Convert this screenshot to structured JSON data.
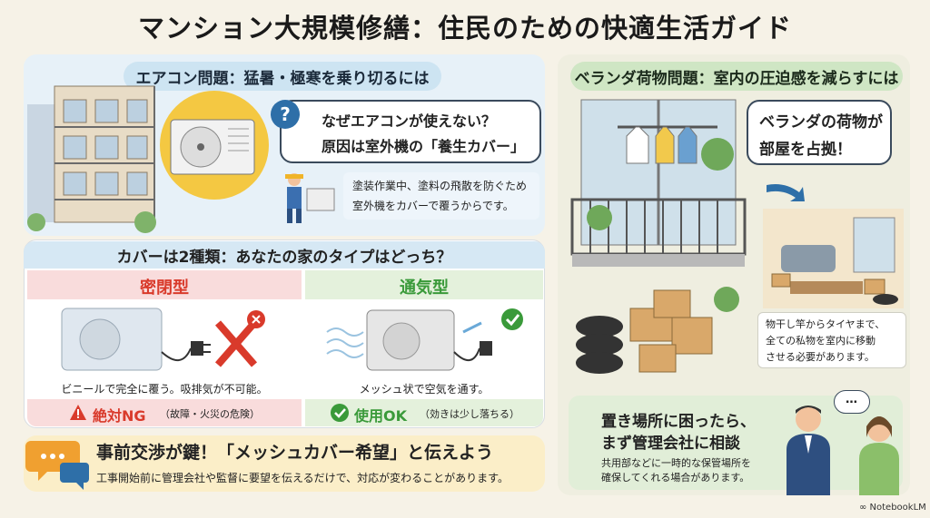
{
  "title": "マンション大規模修繕：住民のための快適生活ガイド",
  "aircon": {
    "header": "エアコン問題：猛暑・極寒を乗り切るには",
    "question_line1": "なぜエアコンが使えない？",
    "question_line2": "原因は室外機の「養生カバー」",
    "reason_line1": "塗装作業中、塗料の飛散を防ぐため",
    "reason_line2": "室外機をカバーで覆うからです。"
  },
  "covers": {
    "header": "カバーは2種類：あなたの家のタイプはどっち？",
    "sealed": {
      "title": "密閉型",
      "desc": "ビニールで完全に覆う。吸排気が不可能。",
      "verdict": "絶対NG",
      "note": "（故障・火災の危険）"
    },
    "vented": {
      "title": "通気型",
      "desc": "メッシュ状で空気を通す。",
      "verdict": "使用OK",
      "note": "（効きは少し落ちる）"
    }
  },
  "negotiation": {
    "headline": "事前交渉が鍵！「メッシュカバー希望」と伝えよう",
    "body": "工事開始前に管理会社や監督に要望を伝えるだけで、対応が変わることがあります。"
  },
  "balcony": {
    "header": "ベランダ荷物問題：室内の圧迫感を減らすには",
    "bubble_line1": "ベランダの荷物が",
    "bubble_line2": "部屋を占拠！",
    "info_line1": "物干し竿からタイヤまで、",
    "info_line2": "全ての私物を室内に移動",
    "info_line3": "させる必要があります。",
    "tip_line1": "置き場所に困ったら、",
    "tip_line2": "まず管理会社に相談",
    "tip_body1": "共用部などに一時的な保管場所を",
    "tip_body2": "確保してくれる場合があります。",
    "speech": "…"
  },
  "brand": "NotebookLM",
  "colors": {
    "ng": "#d93a2b",
    "ok": "#3a9a3a",
    "blue_header": "#cde4f2",
    "green_header": "#cfe6c4"
  }
}
